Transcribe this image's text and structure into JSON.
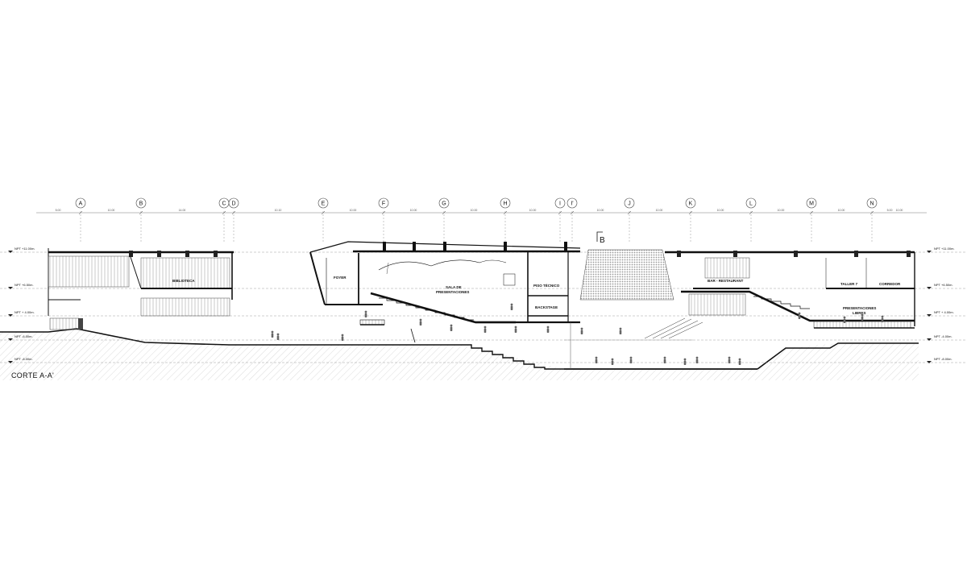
{
  "section_title": "CORTE A-A'",
  "section_marker": "B",
  "grid_axes": [
    {
      "id": "A"
    },
    {
      "id": "B"
    },
    {
      "id": "C"
    },
    {
      "id": "D"
    },
    {
      "id": "E"
    },
    {
      "id": "F"
    },
    {
      "id": "G"
    },
    {
      "id": "H"
    },
    {
      "id": "I"
    },
    {
      "id": "I'"
    },
    {
      "id": "J"
    },
    {
      "id": "K"
    },
    {
      "id": "L"
    },
    {
      "id": "M"
    },
    {
      "id": "N"
    }
  ],
  "dimensions": [
    "5.00",
    "10.00",
    "14.00",
    "10.10",
    "10.00",
    "10.00",
    "10.00",
    "10.00",
    "10.00",
    "10.00",
    "10.00",
    "10.00",
    "10.00",
    "10.00",
    "5.00"
  ],
  "rooms": {
    "biblioteca": "BIBLIOTECA",
    "foyer": "FOYER",
    "sala_line1": "SALA DE",
    "sala_line2": "PRESENTACIONES",
    "piso_tecnico": "PISO TÉCNICO",
    "backstage": "BACKSTAGE",
    "bar_restaurant": "BAR - RESTAURANT",
    "taller": "TALLER 7",
    "corredor": "CORREDOR",
    "presentaciones_line1": "PRESENTACIONES",
    "presentaciones_line2": "LIBRES"
  },
  "levels_left": [
    "NPT +11.00m.",
    "NPT +6.50m.",
    "NPT + 4.00m.",
    "NPT -6.00m.",
    "NPT -8.00m."
  ],
  "levels_right": [
    "NPT +11.00m.",
    "NPT +6.50m.",
    "NPT + 4.00m.",
    "NPT -4.00m.",
    "NPT -8.00m."
  ],
  "colors": {
    "line": "#111111",
    "hatch": "#bdbdbd",
    "fill_dark": "#222222"
  }
}
